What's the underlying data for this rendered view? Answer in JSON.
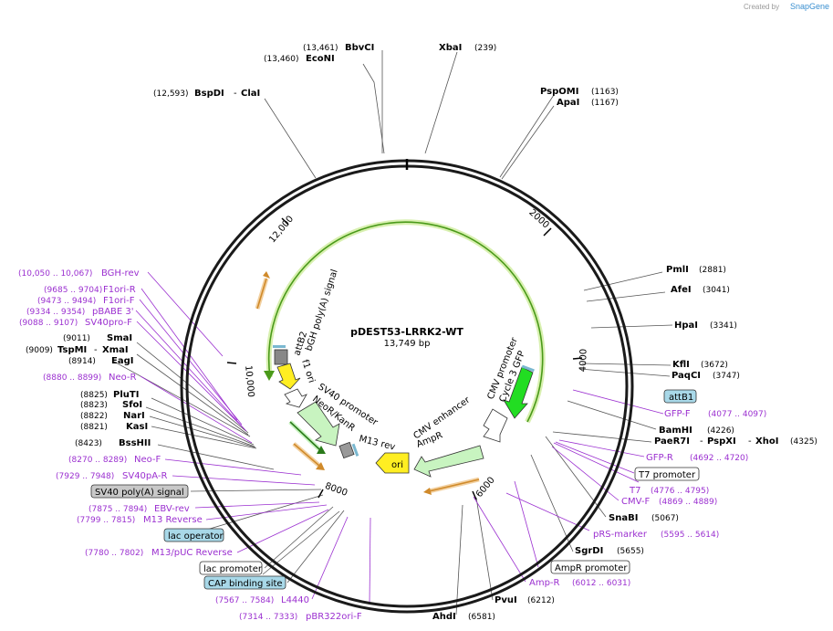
{
  "credit": {
    "prefix": "Created by",
    "brand": "SnapGene"
  },
  "plasmid": {
    "name": "pDEST53-LRRK2-WT",
    "size": "13,749 bp"
  },
  "tick_labels": [
    {
      "id": "t2000",
      "label": "2000"
    },
    {
      "id": "t4000",
      "label": "4000"
    },
    {
      "id": "t6000",
      "label": "6000"
    },
    {
      "id": "t8000",
      "label": "8000"
    },
    {
      "id": "t10000",
      "label": "10,000"
    },
    {
      "id": "t12000",
      "label": "12,000"
    }
  ],
  "colors": {
    "enzyme": "#000000",
    "primer": "#9b30d0",
    "backbone": "#1a1a1a",
    "lrrk2": "#4a9a1a",
    "lrrk2_glow": "#d8f0b0",
    "ampr": "#c8f4c0",
    "gfp": "#22dd22",
    "ori": "#ffee22",
    "f1ori": "#ffee22",
    "bgh": "#888888",
    "neo": "#c8f4c0",
    "orange_arrow": "#d08a2a",
    "label_blue": "#a8d8e8",
    "label_gray": "#c8c8c8"
  },
  "enzymes": [
    {
      "id": "bbvci",
      "name": "BbvCI",
      "pos": "(13,461)"
    },
    {
      "id": "econi",
      "name": "EcoNI",
      "pos": "(13,460)"
    },
    {
      "id": "xbai",
      "name": "XbaI",
      "pos": "(239)"
    },
    {
      "id": "bspdi",
      "name": "BspDI",
      "alt": "ClaI",
      "pos": "(12,593)"
    },
    {
      "id": "pspomi",
      "name": "PspOMI",
      "pos": "(1163)"
    },
    {
      "id": "apai",
      "name": "ApaI",
      "pos": "(1167)"
    },
    {
      "id": "pmli",
      "name": "PmlI",
      "pos": "(2881)"
    },
    {
      "id": "afei",
      "name": "AfeI",
      "pos": "(3041)"
    },
    {
      "id": "hpai",
      "name": "HpaI",
      "pos": "(3341)"
    },
    {
      "id": "kfli",
      "name": "KflI",
      "pos": "(3672)"
    },
    {
      "id": "paqci",
      "name": "PaqCI",
      "pos": "(3747)"
    },
    {
      "id": "bamhi",
      "name": "BamHI",
      "pos": "(4226)"
    },
    {
      "id": "paer7i",
      "name": "PaeR7I",
      "alt": "PspXI",
      "alt2": "XhoI",
      "pos": "(4325)"
    },
    {
      "id": "snabi",
      "name": "SnaBI",
      "pos": "(5067)"
    },
    {
      "id": "sgrdi",
      "name": "SgrDI",
      "pos": "(5655)"
    },
    {
      "id": "pvui",
      "name": "PvuI",
      "pos": "(6212)"
    },
    {
      "id": "ahdi",
      "name": "AhdI",
      "pos": "(6581)"
    },
    {
      "id": "smai",
      "name": "SmaI",
      "pos": "(9011)"
    },
    {
      "id": "tspmi",
      "name": "TspMI",
      "alt": "XmaI",
      "pos": "(9009)"
    },
    {
      "id": "eagi",
      "name": "EagI",
      "pos": "(8914)"
    },
    {
      "id": "pluti",
      "name": "PluTI",
      "pos": "(8825)"
    },
    {
      "id": "sfoi",
      "name": "SfoI",
      "pos": "(8823)"
    },
    {
      "id": "nari",
      "name": "NarI",
      "pos": "(8822)"
    },
    {
      "id": "kasi",
      "name": "KasI",
      "pos": "(8821)"
    },
    {
      "id": "bsshii",
      "name": "BssHII",
      "pos": "(8423)"
    }
  ],
  "primers": [
    {
      "id": "bghrev",
      "name": "BGH-rev",
      "range": "(10,050 .. 10,067)"
    },
    {
      "id": "f1orir",
      "name": "F1ori-R",
      "range": "(9685 .. 9704)"
    },
    {
      "id": "f1orif",
      "name": "F1ori-F",
      "range": "(9473 .. 9494)"
    },
    {
      "id": "pbabe3",
      "name": "pBABE 3'",
      "range": "(9334 .. 9354)"
    },
    {
      "id": "sv40prof",
      "name": "SV40pro-F",
      "range": "(9088 .. 9107)"
    },
    {
      "id": "neor",
      "name": "Neo-R",
      "range": "(8880 .. 8899)"
    },
    {
      "id": "neof",
      "name": "Neo-F",
      "range": "(8270 .. 8289)"
    },
    {
      "id": "sv40par",
      "name": "SV40pA-R",
      "range": "(7929 .. 7948)"
    },
    {
      "id": "ebvrev",
      "name": "EBV-rev",
      "range": "(7875 .. 7894)"
    },
    {
      "id": "m13reverse",
      "name": "M13 Reverse",
      "range": "(7799 .. 7815)"
    },
    {
      "id": "m13puc",
      "name": "M13/pUC Reverse",
      "range": "(7780 .. 7802)"
    },
    {
      "id": "l4440",
      "name": "L4440",
      "range": "(7567 .. 7584)"
    },
    {
      "id": "pbr322",
      "name": "pBR322ori-F",
      "range": "(7314 .. 7333)"
    },
    {
      "id": "gfpf",
      "name": "GFP-F",
      "range": "(4077 .. 4097)"
    },
    {
      "id": "gfpr",
      "name": "GFP-R",
      "range": "(4692 .. 4720)"
    },
    {
      "id": "t7",
      "name": "T7",
      "range": "(4776 .. 4795)"
    },
    {
      "id": "cmvf",
      "name": "CMV-F",
      "range": "(4869 .. 4889)"
    },
    {
      "id": "prsmarker",
      "name": "pRS-marker",
      "range": "(5595 .. 5614)"
    },
    {
      "id": "ampr",
      "name": "Amp-R",
      "range": "(6012 .. 6031)"
    }
  ],
  "boxed_features": [
    {
      "id": "attb1",
      "label": "attB1"
    },
    {
      "id": "t7promoter",
      "label": "T7 promoter"
    },
    {
      "id": "amprpromoter",
      "label": "AmpR promoter"
    },
    {
      "id": "sv40polya",
      "label": "SV40 poly(A) signal"
    },
    {
      "id": "lacoperator",
      "label": "lac operator"
    },
    {
      "id": "lacpromoter",
      "label": "lac promoter"
    },
    {
      "id": "capsite",
      "label": "CAP binding site"
    }
  ],
  "inner_features": [
    {
      "id": "attb2",
      "label": "attB2"
    },
    {
      "id": "bgh",
      "label": "bGH poly(A) signal"
    },
    {
      "id": "f1ori",
      "label": "f1 ori"
    },
    {
      "id": "sv40promoter",
      "label": "SV40 promoter"
    },
    {
      "id": "neokanr",
      "label": "NeoR/KanR"
    },
    {
      "id": "m13rev",
      "label": "M13 rev"
    },
    {
      "id": "ori",
      "label": "ori"
    },
    {
      "id": "amprgene",
      "label": "AmpR"
    },
    {
      "id": "cmvenhancer",
      "label": "CMV enhancer"
    },
    {
      "id": "cmvpromoter",
      "label": "CMV promoter"
    },
    {
      "id": "cycle3gfp",
      "label": "Cycle 3 GFP"
    }
  ]
}
